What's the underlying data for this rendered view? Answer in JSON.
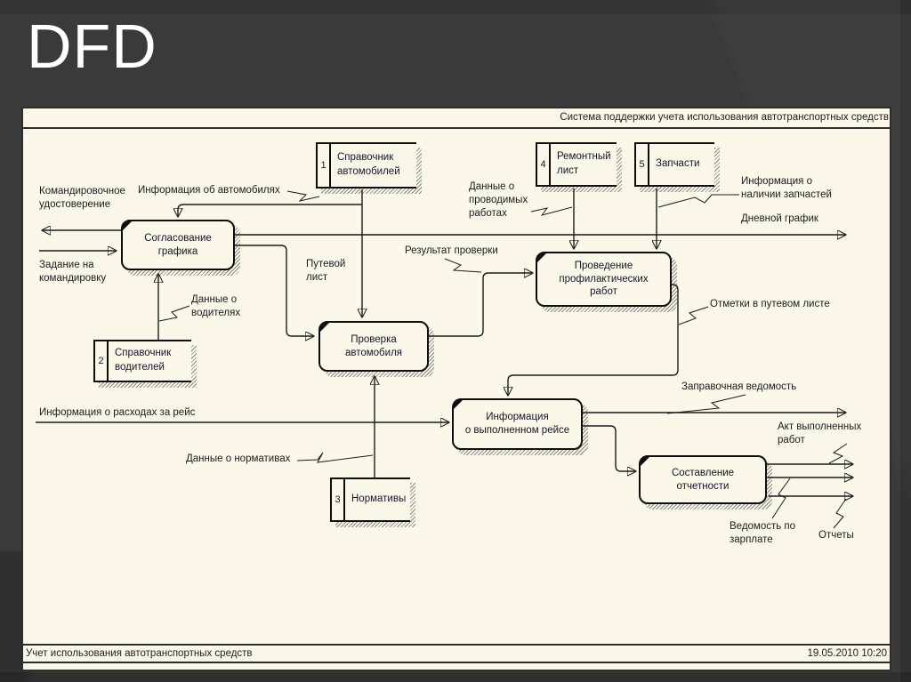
{
  "slide": {
    "title": "DFD"
  },
  "colors": {
    "background": "#3a3a3a",
    "sheet": "#fcf8e9",
    "line": "#1b1b1b",
    "title_text": "#ffffff"
  },
  "diagram": {
    "header": "Система поддержки учета использования автотранспортных средств",
    "footer_left": "Учет использования автотранспортных средств",
    "footer_date": "19.05.2010  10:20",
    "processes": [
      {
        "label": "Согласование\nграфика"
      },
      {
        "label": "Проверка автомобиля"
      },
      {
        "label": "Проведение\nпрофилактических\nработ"
      },
      {
        "label": "Информация\nо выполненном рейсе"
      },
      {
        "label": "Составление\nотчетности"
      }
    ],
    "datastores": [
      {
        "num": "1",
        "label": "Справочник\nавтомобилей"
      },
      {
        "num": "2",
        "label": "Справочник\nводителей"
      },
      {
        "num": "3",
        "label": "Нормативы"
      },
      {
        "num": "4",
        "label": "Ремонтный\nлист"
      },
      {
        "num": "5",
        "label": "Запчасти"
      }
    ],
    "flow_labels": [
      {
        "text": "Командировочное\nудостоверение"
      },
      {
        "text": "Информация об автомобилях"
      },
      {
        "text": "Задание на\nкомандировку"
      },
      {
        "text": "Данные о\nводителях"
      },
      {
        "text": "Путевой\nлист"
      },
      {
        "text": "Результат проверки"
      },
      {
        "text": "Данные о\nпроводимых\nработах"
      },
      {
        "text": "Информация о\nналичии запчастей"
      },
      {
        "text": "Дневной график"
      },
      {
        "text": "Отметки в путевом листе"
      },
      {
        "text": "Заправочная ведомость"
      },
      {
        "text": "Информация о расходах за рейс"
      },
      {
        "text": "Данные о нормативах"
      },
      {
        "text": "Акт выполненных\nработ"
      },
      {
        "text": "Ведомость по\nзарплате"
      },
      {
        "text": "Отчеты"
      }
    ]
  }
}
